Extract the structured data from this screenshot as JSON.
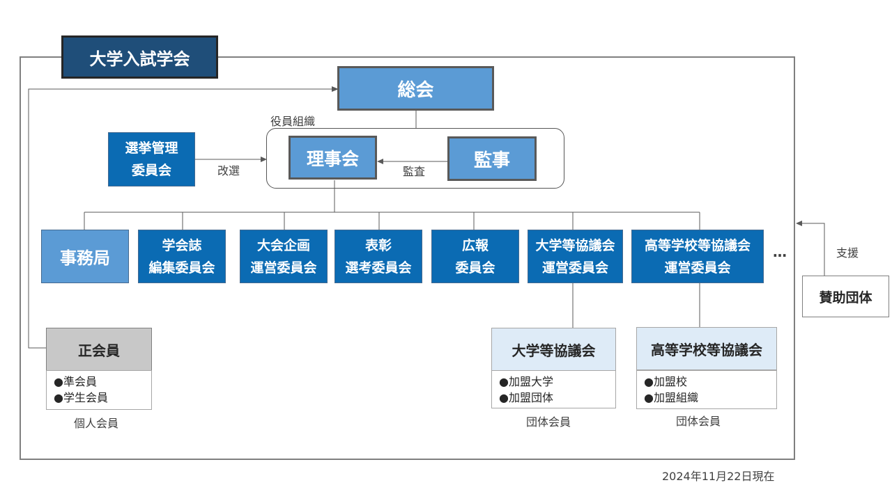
{
  "title": "大学入試学会",
  "general_meeting": "総会",
  "officers_label": "役員組織",
  "board": "理事会",
  "auditor": "監事",
  "audit_label": "監査",
  "election_committee": [
    "選挙管理",
    "委員会"
  ],
  "election_label": "改選",
  "committees": [
    {
      "lines": [
        "事務局"
      ]
    },
    {
      "lines": [
        "学会誌",
        "編集委員会"
      ]
    },
    {
      "lines": [
        "大会企画",
        "運営委員会"
      ]
    },
    {
      "lines": [
        "表彰",
        "選考委員会"
      ]
    },
    {
      "lines": [
        "広報",
        "委員会"
      ]
    },
    {
      "lines": [
        "大学等協議会",
        "運営委員会"
      ]
    },
    {
      "lines": [
        "高等学校等協議会",
        "運営委員会"
      ]
    }
  ],
  "ellipsis": "…",
  "regular_member": "正会員",
  "individual_items": [
    "●準会員",
    "●学生会員"
  ],
  "individual_label": "個人会員",
  "univ_council": "大学等協議会",
  "univ_items": [
    "●加盟大学",
    "●加盟団体"
  ],
  "hs_council": "高等学校等協議会",
  "hs_items": [
    "●加盟校",
    "●加盟組織"
  ],
  "group_label": "団体会員",
  "support_label": "支援",
  "sponsor": "賛助団体",
  "date_note": "2024年11月22日現在",
  "colors": {
    "dark_navy": "#1f4e79",
    "light_blue": "#5b9bd5",
    "blue": "#0b6bb3",
    "grey": "#c8c8c8",
    "pale_blue": "#deebf7"
  }
}
